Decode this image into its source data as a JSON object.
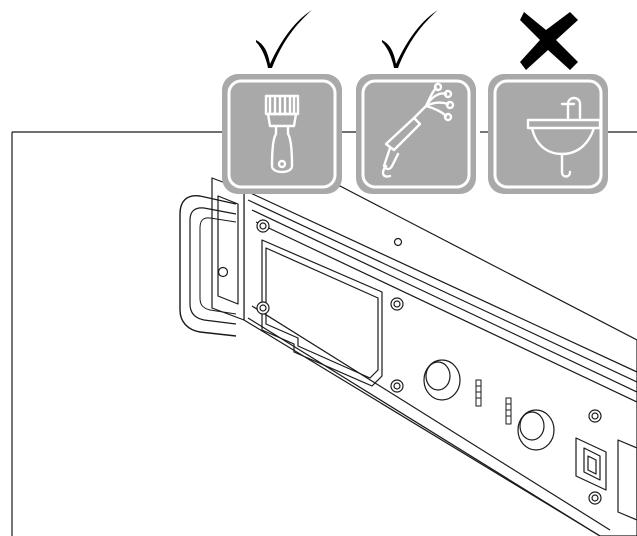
{
  "instructions": {
    "items": [
      {
        "icon": "brush-icon",
        "verdict": "allowed",
        "mark": "check-icon"
      },
      {
        "icon": "compressed-air-icon",
        "verdict": "allowed",
        "mark": "check-icon"
      },
      {
        "icon": "sink-water-icon",
        "verdict": "not-allowed",
        "mark": "cross-icon"
      }
    ]
  },
  "colors": {
    "tile_fill": "#a9a9a9",
    "tile_border": "#a9a9a9",
    "tile_inner_border": "#ffffff",
    "ink": "#000000",
    "line": "#1a1a1a",
    "background": "#ffffff"
  }
}
